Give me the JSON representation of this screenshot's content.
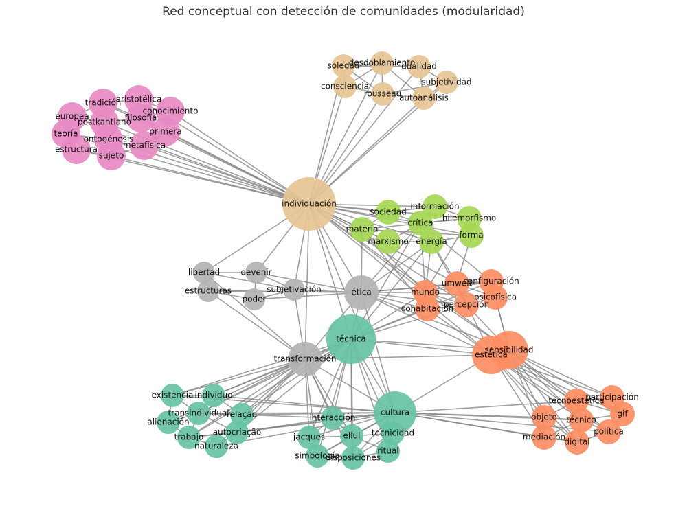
{
  "title": "Red conceptual con detección de comunidades (modularidad)",
  "community_colors": {
    "tan": "#e5c494",
    "pink": "#e78ac3",
    "green": "#a6d854",
    "gray": "#b3b3b3",
    "orange": "#fc8d62",
    "teal": "#66c2a5"
  },
  "nodes": [
    {
      "id": "soledad",
      "label": "soledad",
      "community": "tan"
    },
    {
      "id": "desdoblamiento",
      "label": "desdoblamiento",
      "community": "tan"
    },
    {
      "id": "dualidad",
      "label": "dualidad",
      "community": "tan"
    },
    {
      "id": "subjetividad",
      "label": "subjetividad",
      "community": "tan"
    },
    {
      "id": "consciencia",
      "label": "consciencia",
      "community": "tan"
    },
    {
      "id": "rousseau",
      "label": "rousseau",
      "community": "tan"
    },
    {
      "id": "autoanalisis",
      "label": "autoanálisis",
      "community": "tan"
    },
    {
      "id": "individuacion",
      "label": "individuación",
      "community": "tan"
    },
    {
      "id": "tradicion",
      "label": "tradición",
      "community": "pink"
    },
    {
      "id": "aristotelica",
      "label": "aristotélica",
      "community": "pink"
    },
    {
      "id": "europea",
      "label": "europea",
      "community": "pink"
    },
    {
      "id": "filosofia",
      "label": "filosofía",
      "community": "pink"
    },
    {
      "id": "conocimiento",
      "label": "conocimiento",
      "community": "pink"
    },
    {
      "id": "postkantiano",
      "label": "postkantiano",
      "community": "pink"
    },
    {
      "id": "teoria",
      "label": "teoría",
      "community": "pink"
    },
    {
      "id": "primera",
      "label": "primera",
      "community": "pink"
    },
    {
      "id": "ontogenesis",
      "label": "ontogénesis",
      "community": "pink"
    },
    {
      "id": "estructura",
      "label": "estructura",
      "community": "pink"
    },
    {
      "id": "metafisica",
      "label": "metafísica",
      "community": "pink"
    },
    {
      "id": "sujeto",
      "label": "sujeto",
      "community": "pink"
    },
    {
      "id": "informacion",
      "label": "información",
      "community": "green"
    },
    {
      "id": "sociedad",
      "label": "sociedad",
      "community": "green"
    },
    {
      "id": "hilemorfismo",
      "label": "hilemorfismo",
      "community": "green"
    },
    {
      "id": "critica",
      "label": "crítica",
      "community": "green"
    },
    {
      "id": "materia",
      "label": "materia",
      "community": "green"
    },
    {
      "id": "forma",
      "label": "forma",
      "community": "green"
    },
    {
      "id": "marxismo",
      "label": "marxismo",
      "community": "green"
    },
    {
      "id": "energia",
      "label": "energía",
      "community": "green"
    },
    {
      "id": "libertad",
      "label": "libertad",
      "community": "gray"
    },
    {
      "id": "devenir",
      "label": "devenir",
      "community": "gray"
    },
    {
      "id": "subjetivacion",
      "label": "subjetivación",
      "community": "gray"
    },
    {
      "id": "estructuras",
      "label": "estructuras",
      "community": "gray"
    },
    {
      "id": "poder",
      "label": "poder",
      "community": "gray"
    },
    {
      "id": "etica",
      "label": "ética",
      "community": "gray"
    },
    {
      "id": "transformacion",
      "label": "transformación",
      "community": "gray"
    },
    {
      "id": "umwelt",
      "label": "umwelt",
      "community": "orange"
    },
    {
      "id": "configuracion",
      "label": "configuración",
      "community": "orange"
    },
    {
      "id": "mundo",
      "label": "mundo",
      "community": "orange"
    },
    {
      "id": "psicofisica",
      "label": "psicofísica",
      "community": "orange"
    },
    {
      "id": "percepcion",
      "label": "percepción",
      "community": "orange"
    },
    {
      "id": "cohabitacion",
      "label": "cohabitación",
      "community": "orange"
    },
    {
      "id": "sensibilidad",
      "label": "sensibilidad",
      "community": "orange"
    },
    {
      "id": "estetica",
      "label": "estética",
      "community": "orange"
    },
    {
      "id": "participacion",
      "label": "participación",
      "community": "orange"
    },
    {
      "id": "tecnoestetica",
      "label": "tecnoestética",
      "community": "orange"
    },
    {
      "id": "gif",
      "label": "gif",
      "community": "orange"
    },
    {
      "id": "objeto",
      "label": "objeto",
      "community": "orange"
    },
    {
      "id": "tecnico",
      "label": "técnico",
      "community": "orange"
    },
    {
      "id": "politica",
      "label": "política",
      "community": "orange"
    },
    {
      "id": "mediacion",
      "label": "mediación",
      "community": "orange"
    },
    {
      "id": "digital",
      "label": "digital",
      "community": "orange"
    },
    {
      "id": "tecnica",
      "label": "técnica",
      "community": "teal"
    },
    {
      "id": "existencia",
      "label": "existencia",
      "community": "teal"
    },
    {
      "id": "individuo",
      "label": "individuo",
      "community": "teal"
    },
    {
      "id": "transindividual",
      "label": "transindividual",
      "community": "teal"
    },
    {
      "id": "relacao",
      "label": "relação",
      "community": "teal"
    },
    {
      "id": "alienacion",
      "label": "alienación",
      "community": "teal"
    },
    {
      "id": "trabajo",
      "label": "trabajo",
      "community": "teal"
    },
    {
      "id": "autocriacao",
      "label": "autocriação",
      "community": "teal"
    },
    {
      "id": "naturaleza",
      "label": "naturaleza",
      "community": "teal"
    },
    {
      "id": "interaccion",
      "label": "interacción",
      "community": "teal"
    },
    {
      "id": "cultura",
      "label": "cultura",
      "community": "teal"
    },
    {
      "id": "jacques",
      "label": "jacques",
      "community": "teal"
    },
    {
      "id": "ellul",
      "label": "ellul",
      "community": "teal"
    },
    {
      "id": "tecnicidad",
      "label": "tecnicidad",
      "community": "teal"
    },
    {
      "id": "simbologia",
      "label": "simbología",
      "community": "teal"
    },
    {
      "id": "disposiciones",
      "label": "disposiciones",
      "community": "teal"
    },
    {
      "id": "ritual",
      "label": "ritual",
      "community": "teal"
    }
  ],
  "edges": [
    [
      "individuacion",
      "soledad"
    ],
    [
      "individuacion",
      "desdoblamiento"
    ],
    [
      "individuacion",
      "dualidad"
    ],
    [
      "individuacion",
      "subjetividad"
    ],
    [
      "individuacion",
      "consciencia"
    ],
    [
      "individuacion",
      "rousseau"
    ],
    [
      "individuacion",
      "autoanalisis"
    ],
    [
      "soledad",
      "desdoblamiento"
    ],
    [
      "soledad",
      "consciencia"
    ],
    [
      "soledad",
      "rousseau"
    ],
    [
      "desdoblamiento",
      "dualidad"
    ],
    [
      "desdoblamiento",
      "rousseau"
    ],
    [
      "desdoblamiento",
      "autoanalisis"
    ],
    [
      "dualidad",
      "subjetividad"
    ],
    [
      "dualidad",
      "autoanalisis"
    ],
    [
      "subjetividad",
      "autoanalisis"
    ],
    [
      "consciencia",
      "rousseau"
    ],
    [
      "rousseau",
      "autoanalisis"
    ],
    [
      "rousseau",
      "subjetividad"
    ],
    [
      "consciencia",
      "desdoblamiento"
    ],
    [
      "soledad",
      "dualidad"
    ],
    [
      "individuacion",
      "tradicion"
    ],
    [
      "individuacion",
      "aristotelica"
    ],
    [
      "individuacion",
      "europea"
    ],
    [
      "individuacion",
      "filosofia"
    ],
    [
      "individuacion",
      "conocimiento"
    ],
    [
      "individuacion",
      "postkantiano"
    ],
    [
      "individuacion",
      "teoria"
    ],
    [
      "individuacion",
      "primera"
    ],
    [
      "individuacion",
      "ontogenesis"
    ],
    [
      "individuacion",
      "estructura"
    ],
    [
      "individuacion",
      "metafisica"
    ],
    [
      "individuacion",
      "sujeto"
    ],
    [
      "tradicion",
      "aristotelica"
    ],
    [
      "tradicion",
      "europea"
    ],
    [
      "tradicion",
      "filosofia"
    ],
    [
      "aristotelica",
      "filosofia"
    ],
    [
      "aristotelica",
      "conocimiento"
    ],
    [
      "europea",
      "postkantiano"
    ],
    [
      "europea",
      "teoria"
    ],
    [
      "filosofia",
      "primera"
    ],
    [
      "filosofia",
      "conocimiento"
    ],
    [
      "postkantiano",
      "ontogenesis"
    ],
    [
      "teoria",
      "estructura"
    ],
    [
      "teoria",
      "ontogenesis"
    ],
    [
      "primera",
      "metafisica"
    ],
    [
      "ontogenesis",
      "sujeto"
    ],
    [
      "estructura",
      "sujeto"
    ],
    [
      "metafisica",
      "sujeto"
    ],
    [
      "conocimiento",
      "primera"
    ],
    [
      "postkantiano",
      "filosofia"
    ],
    [
      "individuacion",
      "informacion"
    ],
    [
      "individuacion",
      "sociedad"
    ],
    [
      "individuacion",
      "hilemorfismo"
    ],
    [
      "individuacion",
      "critica"
    ],
    [
      "individuacion",
      "materia"
    ],
    [
      "individuacion",
      "forma"
    ],
    [
      "individuacion",
      "marxismo"
    ],
    [
      "individuacion",
      "energia"
    ],
    [
      "sociedad",
      "informacion"
    ],
    [
      "sociedad",
      "critica"
    ],
    [
      "sociedad",
      "materia"
    ],
    [
      "informacion",
      "hilemorfismo"
    ],
    [
      "informacion",
      "critica"
    ],
    [
      "critica",
      "hilemorfismo"
    ],
    [
      "critica",
      "marxismo"
    ],
    [
      "critica",
      "energia"
    ],
    [
      "materia",
      "marxismo"
    ],
    [
      "materia",
      "forma"
    ],
    [
      "hilemorfismo",
      "forma"
    ],
    [
      "energia",
      "forma"
    ],
    [
      "marxismo",
      "energia"
    ],
    [
      "materia",
      "hilemorfismo"
    ],
    [
      "individuacion",
      "libertad"
    ],
    [
      "individuacion",
      "devenir"
    ],
    [
      "individuacion",
      "subjetivacion"
    ],
    [
      "individuacion",
      "etica"
    ],
    [
      "individuacion",
      "transformacion"
    ],
    [
      "individuacion",
      "tecnica"
    ],
    [
      "individuacion",
      "mundo"
    ],
    [
      "individuacion",
      "sensibilidad"
    ],
    [
      "individuacion",
      "estetica"
    ],
    [
      "individuacion",
      "cultura"
    ],
    [
      "individuacion",
      "percepcion"
    ],
    [
      "individuacion",
      "umwelt"
    ],
    [
      "libertad",
      "devenir"
    ],
    [
      "libertad",
      "estructuras"
    ],
    [
      "libertad",
      "subjetivacion"
    ],
    [
      "libertad",
      "transformacion"
    ],
    [
      "devenir",
      "subjetivacion"
    ],
    [
      "devenir",
      "poder"
    ],
    [
      "devenir",
      "etica"
    ],
    [
      "estructuras",
      "poder"
    ],
    [
      "estructuras",
      "subjetivacion"
    ],
    [
      "estructuras",
      "etica"
    ],
    [
      "estructuras",
      "transformacion"
    ],
    [
      "poder",
      "subjetivacion"
    ],
    [
      "poder",
      "etica"
    ],
    [
      "subjetivacion",
      "etica"
    ],
    [
      "subjetivacion",
      "transformacion"
    ],
    [
      "etica",
      "tecnica"
    ],
    [
      "etica",
      "mundo"
    ],
    [
      "etica",
      "umwelt"
    ],
    [
      "etica",
      "configuracion"
    ],
    [
      "etica",
      "percepcion"
    ],
    [
      "etica",
      "cohabitacion"
    ],
    [
      "etica",
      "transformacion"
    ],
    [
      "etica",
      "sensibilidad"
    ],
    [
      "etica",
      "estetica"
    ],
    [
      "etica",
      "cultura"
    ],
    [
      "etica",
      "critica"
    ],
    [
      "etica",
      "energia"
    ],
    [
      "etica",
      "materia"
    ],
    [
      "tecnica",
      "transformacion"
    ],
    [
      "tecnica",
      "mundo"
    ],
    [
      "tecnica",
      "cohabitacion"
    ],
    [
      "tecnica",
      "percepcion"
    ],
    [
      "tecnica",
      "estetica"
    ],
    [
      "tecnica",
      "sensibilidad"
    ],
    [
      "tecnica",
      "cultura"
    ],
    [
      "tecnica",
      "interaccion"
    ],
    [
      "tecnica",
      "ellul"
    ],
    [
      "tecnica",
      "jacques"
    ],
    [
      "tecnica",
      "tecnicidad"
    ],
    [
      "tecnica",
      "ritual"
    ],
    [
      "tecnica",
      "simbologia"
    ],
    [
      "tecnica",
      "disposiciones"
    ],
    [
      "tecnica",
      "existencia"
    ],
    [
      "tecnica",
      "individuo"
    ],
    [
      "tecnica",
      "transindividual"
    ],
    [
      "tecnica",
      "relacao"
    ],
    [
      "tecnica",
      "autocriacao"
    ],
    [
      "tecnica",
      "trabajo"
    ],
    [
      "tecnica",
      "critica"
    ],
    [
      "tecnica",
      "energia"
    ],
    [
      "tecnica",
      "configuracion"
    ],
    [
      "transformacion",
      "existencia"
    ],
    [
      "transformacion",
      "individuo"
    ],
    [
      "transformacion",
      "transindividual"
    ],
    [
      "transformacion",
      "alienacion"
    ],
    [
      "transformacion",
      "trabajo"
    ],
    [
      "transformacion",
      "naturaleza"
    ],
    [
      "transformacion",
      "autocriacao"
    ],
    [
      "transformacion",
      "relacao"
    ],
    [
      "transformacion",
      "interaccion"
    ],
    [
      "transformacion",
      "jacques"
    ],
    [
      "transformacion",
      "ellul"
    ],
    [
      "transformacion",
      "cultura"
    ],
    [
      "transformacion",
      "simbologia"
    ],
    [
      "transformacion",
      "disposiciones"
    ],
    [
      "transformacion",
      "estetica"
    ],
    [
      "existencia",
      "individuo"
    ],
    [
      "existencia",
      "transindividual"
    ],
    [
      "existencia",
      "alienacion"
    ],
    [
      "individuo",
      "transindividual"
    ],
    [
      "individuo",
      "relacao"
    ],
    [
      "transindividual",
      "relacao"
    ],
    [
      "transindividual",
      "alienacion"
    ],
    [
      "transindividual",
      "trabajo"
    ],
    [
      "transindividual",
      "autocriacao"
    ],
    [
      "relacao",
      "autocriacao"
    ],
    [
      "alienacion",
      "trabajo"
    ],
    [
      "trabajo",
      "naturaleza"
    ],
    [
      "trabajo",
      "autocriacao"
    ],
    [
      "naturaleza",
      "autocriacao"
    ],
    [
      "relacao",
      "cultura"
    ],
    [
      "autocriacao",
      "cultura"
    ],
    [
      "transindividual",
      "cultura"
    ],
    [
      "individuo",
      "cultura"
    ],
    [
      "existencia",
      "cultura"
    ],
    [
      "trabajo",
      "cultura"
    ],
    [
      "naturaleza",
      "cultura"
    ],
    [
      "relacao",
      "interaccion"
    ],
    [
      "autocriacao",
      "interaccion"
    ],
    [
      "cultura",
      "interaccion"
    ],
    [
      "cultura",
      "jacques"
    ],
    [
      "cultura",
      "ellul"
    ],
    [
      "cultura",
      "tecnicidad"
    ],
    [
      "cultura",
      "simbologia"
    ],
    [
      "cultura",
      "disposiciones"
    ],
    [
      "cultura",
      "ritual"
    ],
    [
      "interaccion",
      "jacques"
    ],
    [
      "interaccion",
      "ellul"
    ],
    [
      "jacques",
      "ellul"
    ],
    [
      "jacques",
      "simbologia"
    ],
    [
      "ellul",
      "tecnicidad"
    ],
    [
      "ellul",
      "simbologia"
    ],
    [
      "ellul",
      "disposiciones"
    ],
    [
      "ellul",
      "ritual"
    ],
    [
      "simbologia",
      "disposiciones"
    ],
    [
      "disposiciones",
      "ritual"
    ],
    [
      "tecnicidad",
      "ritual"
    ],
    [
      "tecnicidad",
      "disposiciones"
    ],
    [
      "cultura",
      "estetica"
    ],
    [
      "cultura",
      "objeto"
    ],
    [
      "cultura",
      "tecnico"
    ],
    [
      "cultura",
      "mediacion"
    ],
    [
      "cultura",
      "digital"
    ],
    [
      "cultura",
      "politica"
    ],
    [
      "cultura",
      "tecnoestetica"
    ],
    [
      "mundo",
      "umwelt"
    ],
    [
      "mundo",
      "configuracion"
    ],
    [
      "mundo",
      "percepcion"
    ],
    [
      "mundo",
      "cohabitacion"
    ],
    [
      "mundo",
      "psicofisica"
    ],
    [
      "umwelt",
      "configuracion"
    ],
    [
      "umwelt",
      "percepcion"
    ],
    [
      "umwelt",
      "psicofisica"
    ],
    [
      "configuracion",
      "psicofisica"
    ],
    [
      "percepcion",
      "psicofisica"
    ],
    [
      "percepcion",
      "cohabitacion"
    ],
    [
      "percepcion",
      "sensibilidad"
    ],
    [
      "mundo",
      "sensibilidad"
    ],
    [
      "psicofisica",
      "sensibilidad"
    ],
    [
      "umwelt",
      "estetica"
    ],
    [
      "cohabitacion",
      "estetica"
    ],
    [
      "mundo",
      "critica"
    ],
    [
      "mundo",
      "energia"
    ],
    [
      "mundo",
      "hilemorfismo"
    ],
    [
      "umwelt",
      "forma"
    ],
    [
      "percepcion",
      "critica"
    ],
    [
      "cohabitacion",
      "materia"
    ],
    [
      "umwelt",
      "critica"
    ],
    [
      "mundo",
      "materia"
    ],
    [
      "sensibilidad",
      "estetica"
    ],
    [
      "estetica",
      "participacion"
    ],
    [
      "estetica",
      "tecnoestetica"
    ],
    [
      "estetica",
      "gif"
    ],
    [
      "estetica",
      "objeto"
    ],
    [
      "estetica",
      "tecnico"
    ],
    [
      "estetica",
      "politica"
    ],
    [
      "estetica",
      "mediacion"
    ],
    [
      "estetica",
      "digital"
    ],
    [
      "sensibilidad",
      "participacion"
    ],
    [
      "sensibilidad",
      "tecnoestetica"
    ],
    [
      "sensibilidad",
      "gif"
    ],
    [
      "sensibilidad",
      "objeto"
    ],
    [
      "sensibilidad",
      "tecnico"
    ],
    [
      "sensibilidad",
      "politica"
    ],
    [
      "sensibilidad",
      "mediacion"
    ],
    [
      "sensibilidad",
      "digital"
    ],
    [
      "participacion",
      "tecnoestetica"
    ],
    [
      "participacion",
      "gif"
    ],
    [
      "tecnoestetica",
      "tecnico"
    ],
    [
      "tecnoestetica",
      "objeto"
    ],
    [
      "tecnoestetica",
      "gif"
    ],
    [
      "gif",
      "politica"
    ],
    [
      "gif",
      "tecnico"
    ],
    [
      "objeto",
      "tecnico"
    ],
    [
      "objeto",
      "mediacion"
    ],
    [
      "tecnico",
      "digital"
    ],
    [
      "tecnico",
      "politica"
    ],
    [
      "mediacion",
      "digital"
    ],
    [
      "digital",
      "politica"
    ],
    [
      "objeto",
      "digital"
    ],
    [
      "mediacion",
      "tecnico"
    ],
    [
      "configuracion",
      "critica"
    ],
    [
      "sensibilidad",
      "configuracion"
    ]
  ]
}
